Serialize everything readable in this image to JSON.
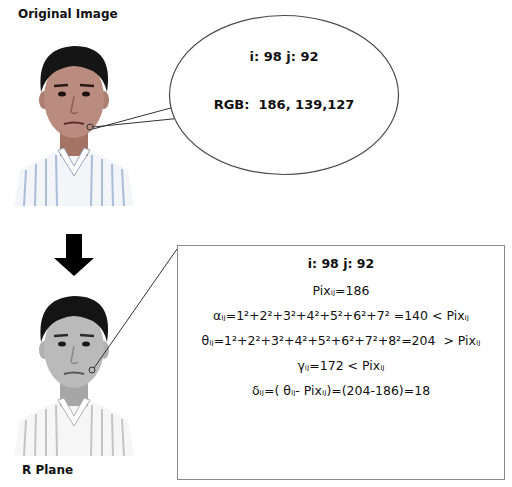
{
  "diagram": {
    "nodes": [
      {
        "text": [
          "Original Image"
        ]
      },
      {
        "text": [
          "i: 98 j: 92",
          "RGB:  186, 139,127"
        ]
      },
      {
        "text": [
          "R Plane"
        ]
      },
      {
        "text": [
          "i: 98 j: 92",
          "Pixᵢⱼ=186",
          "αᵢⱼ=1²+2²+3²+4²+5²+6²+7² =140 < Pixᵢⱼ",
          "θᵢⱼ=1²+2²+3²+4²+5²+6²+7²+8²=204  > Pixᵢⱼ",
          "γᵢⱼ=172 < Pixᵢⱼ",
          "δᵢⱼ=( θᵢⱼ- Pixᵢⱼ)=(204-186)=18"
        ]
      }
    ],
    "edges": [
      {
        "from": 0,
        "to": 2,
        "arrow": "to"
      },
      {
        "from": 1,
        "to": 0,
        "arrow": "none"
      },
      {
        "from": 3,
        "to": 2,
        "arrow": "none"
      }
    ]
  }
}
